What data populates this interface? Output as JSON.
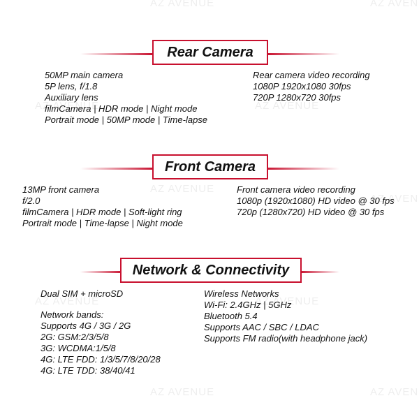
{
  "watermark": "AZ AVENUE",
  "accent_color": "#c8102e",
  "rear_camera": {
    "title": "Rear Camera",
    "left_lines": [
      "50MP main camera",
      "5P lens, f/1.8",
      "Auxiliary lens",
      "filmCamera | HDR mode | Night mode",
      "Portrait mode | 50MP mode | Time-lapse"
    ],
    "right_lines": [
      "Rear camera video recording",
      "1080P 1920x1080 30fps",
      "720P 1280x720 30fps"
    ]
  },
  "front_camera": {
    "title": "Front Camera",
    "left_lines": [
      "13MP front camera",
      "f/2.0",
      "filmCamera | HDR mode | Soft-light ring",
      "Portrait mode | Time-lapse | Night mode"
    ],
    "right_lines": [
      "Front camera video recording",
      "1080p (1920x1080) HD video @ 30 fps",
      "720p (1280x720) HD video @ 30 fps"
    ]
  },
  "network": {
    "title": "Network & Connectivity",
    "left_top": "Dual SIM + microSD",
    "left_lines": [
      "Network bands:",
      "Supports 4G / 3G / 2G",
      "2G: GSM:2/3/5/8",
      "3G: WCDMA:1/5/8",
      "4G: LTE FDD: 1/3/5/7/8/20/28",
      "4G: LTE TDD: 38/40/41"
    ],
    "right_lines": [
      "Wireless Networks",
      "Wi-Fi: 2.4GHz | 5GHz",
      "Bluetooth 5.4",
      "Supports AAC / SBC / LDAC",
      "Supports FM radio(with headphone jack)"
    ]
  }
}
